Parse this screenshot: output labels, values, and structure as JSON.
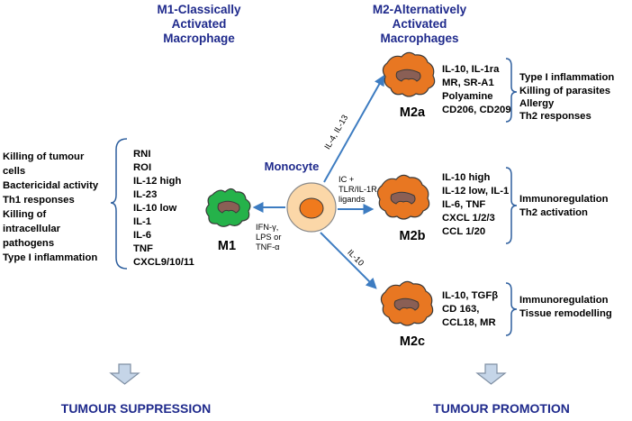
{
  "colors": {
    "header_text": "#1f2a8c",
    "arrow": "#3d7cc1",
    "bracket": "#2e5f9e",
    "m1_fill": "#25b24a",
    "m2_fill": "#e87722",
    "cell_edge": "#3a3a3a",
    "monocyte_outer": "#fbd7a8",
    "monocyte_inner": "#f07a1d",
    "nucleus": "#8a5f55",
    "down_arrow_fill": "#c5d5e8",
    "down_arrow_edge": "#7f8fa3"
  },
  "headers": {
    "m1": [
      "M1-Classically",
      "Activated",
      "Macrophage"
    ],
    "m2": [
      "M2-Alternatively",
      "Activated",
      "Macrophages"
    ]
  },
  "monocyte_label": "Monocyte",
  "m1": {
    "label": "M1",
    "arrow_label": [
      "IFN-γ,",
      "LPS or",
      "TNF-α"
    ],
    "markers": [
      "RNI",
      "ROI",
      "IL-12 high",
      "IL-23",
      "IL-10 low",
      "IL-1",
      "IL-6",
      "TNF",
      "CXCL9/10/11"
    ],
    "functions": [
      "Killing of tumour",
      "cells",
      "Bactericidal activity",
      "Th1 responses",
      "Killing of",
      "intracellular",
      "pathogens",
      "Type I inflammation"
    ]
  },
  "m2a": {
    "label": "M2a",
    "arrow_label": "IL-4, IL-13",
    "markers": [
      "IL-10, IL-1ra",
      "MR, SR-A1",
      "Polyamine",
      "CD206, CD209"
    ],
    "functions": [
      "Type I inflammation",
      "Killing of parasites",
      "Allergy",
      "Th2 responses"
    ]
  },
  "m2b": {
    "label": "M2b",
    "arrow_label": [
      "IC +",
      "TLR/IL-1R",
      "ligands"
    ],
    "markers": [
      "IL-10 high",
      "IL-12 low, IL-1",
      "IL-6, TNF",
      "CXCL 1/2/3",
      "CCL 1/20"
    ],
    "functions": [
      "Immunoregulation",
      "Th2 activation"
    ]
  },
  "m2c": {
    "label": "M2c",
    "arrow_label": "IL-10",
    "markers": [
      "IL-10, TGFβ",
      "CD 163,",
      "CCL18, MR"
    ],
    "functions": [
      "Immunoregulation",
      "Tissue remodelling"
    ]
  },
  "outcomes": {
    "left": "TUMOUR SUPPRESSION",
    "right": "TUMOUR PROMOTION"
  }
}
